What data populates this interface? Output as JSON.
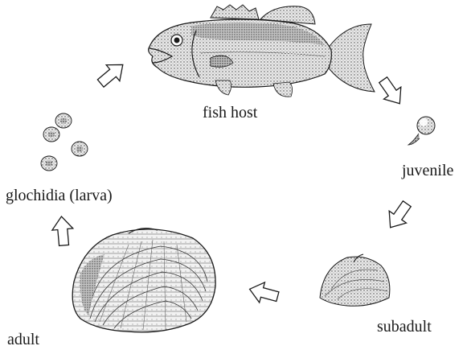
{
  "stages": {
    "fish_host": "fish host",
    "juvenile": "juvenile",
    "subadult": "subadult",
    "adult": "adult",
    "glochidia": "glochidia (larva)"
  },
  "arrows": [
    {
      "name": "arrow-glochidia-to-fish",
      "direction": "up-right"
    },
    {
      "name": "arrow-fish-to-juvenile",
      "direction": "down-right"
    },
    {
      "name": "arrow-juvenile-to-subadult",
      "direction": "down-left"
    },
    {
      "name": "arrow-subadult-to-adult",
      "direction": "left"
    },
    {
      "name": "arrow-adult-to-glochidia",
      "direction": "up"
    }
  ],
  "colors": {
    "ink": "#1a1a1a",
    "stipple": "#555555",
    "paper": "#ffffff"
  }
}
